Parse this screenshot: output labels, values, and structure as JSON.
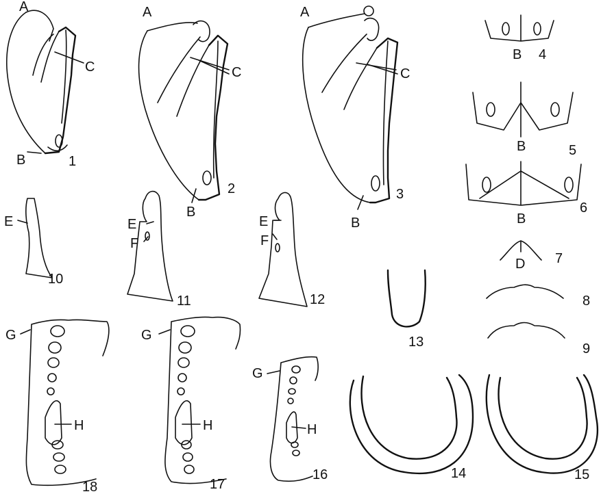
{
  "letters": {
    "a": "A",
    "b": "B",
    "c": "C",
    "d": "D",
    "e": "E",
    "f": "F",
    "g": "G",
    "h": "H"
  },
  "figure_numbers": {
    "n1": "1",
    "n2": "2",
    "n3": "3",
    "n4": "4",
    "n5": "5",
    "n6": "6",
    "n7": "7",
    "n8": "8",
    "n9": "9",
    "n10": "10",
    "n11": "11",
    "n12": "12",
    "n13": "13",
    "n14": "14",
    "n15": "15",
    "n16": "16",
    "n17": "17",
    "n18": "18"
  }
}
